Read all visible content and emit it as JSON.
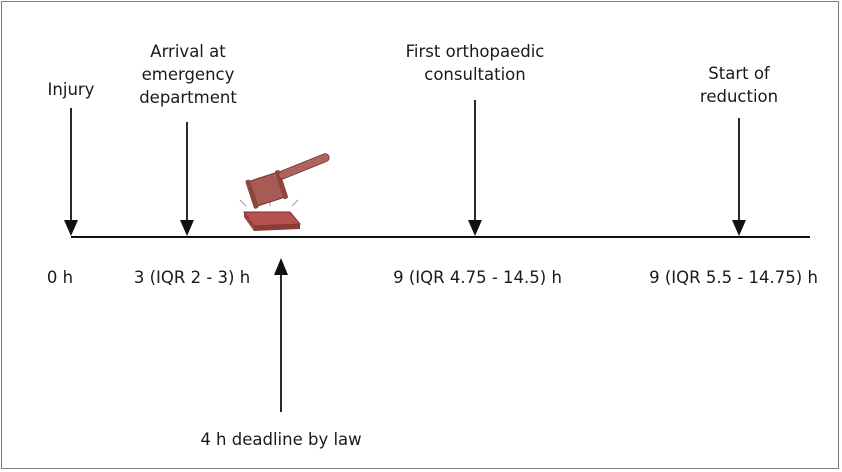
{
  "events": {
    "injury": {
      "lines": [
        "Injury"
      ],
      "time": "0 h"
    },
    "arrival": {
      "lines": [
        "Arrival at",
        "emergency",
        "department"
      ],
      "time": "3 (IQR 2 - 3) h"
    },
    "consultation": {
      "lines": [
        "First orthopaedic",
        "consultation"
      ],
      "time": "9  (IQR 4.75 - 14.5) h"
    },
    "reduction": {
      "lines": [
        "Start of",
        "reduction"
      ],
      "time": "9 (IQR 5.5 - 14.75) h"
    }
  },
  "deadline": {
    "label": "4 h deadline by law",
    "icon": "gavel-icon"
  },
  "colors": {
    "line": "#111111",
    "gavel_head": "#a85a55",
    "gavel_base": "#b5524e",
    "border": "#7a7a7a"
  }
}
